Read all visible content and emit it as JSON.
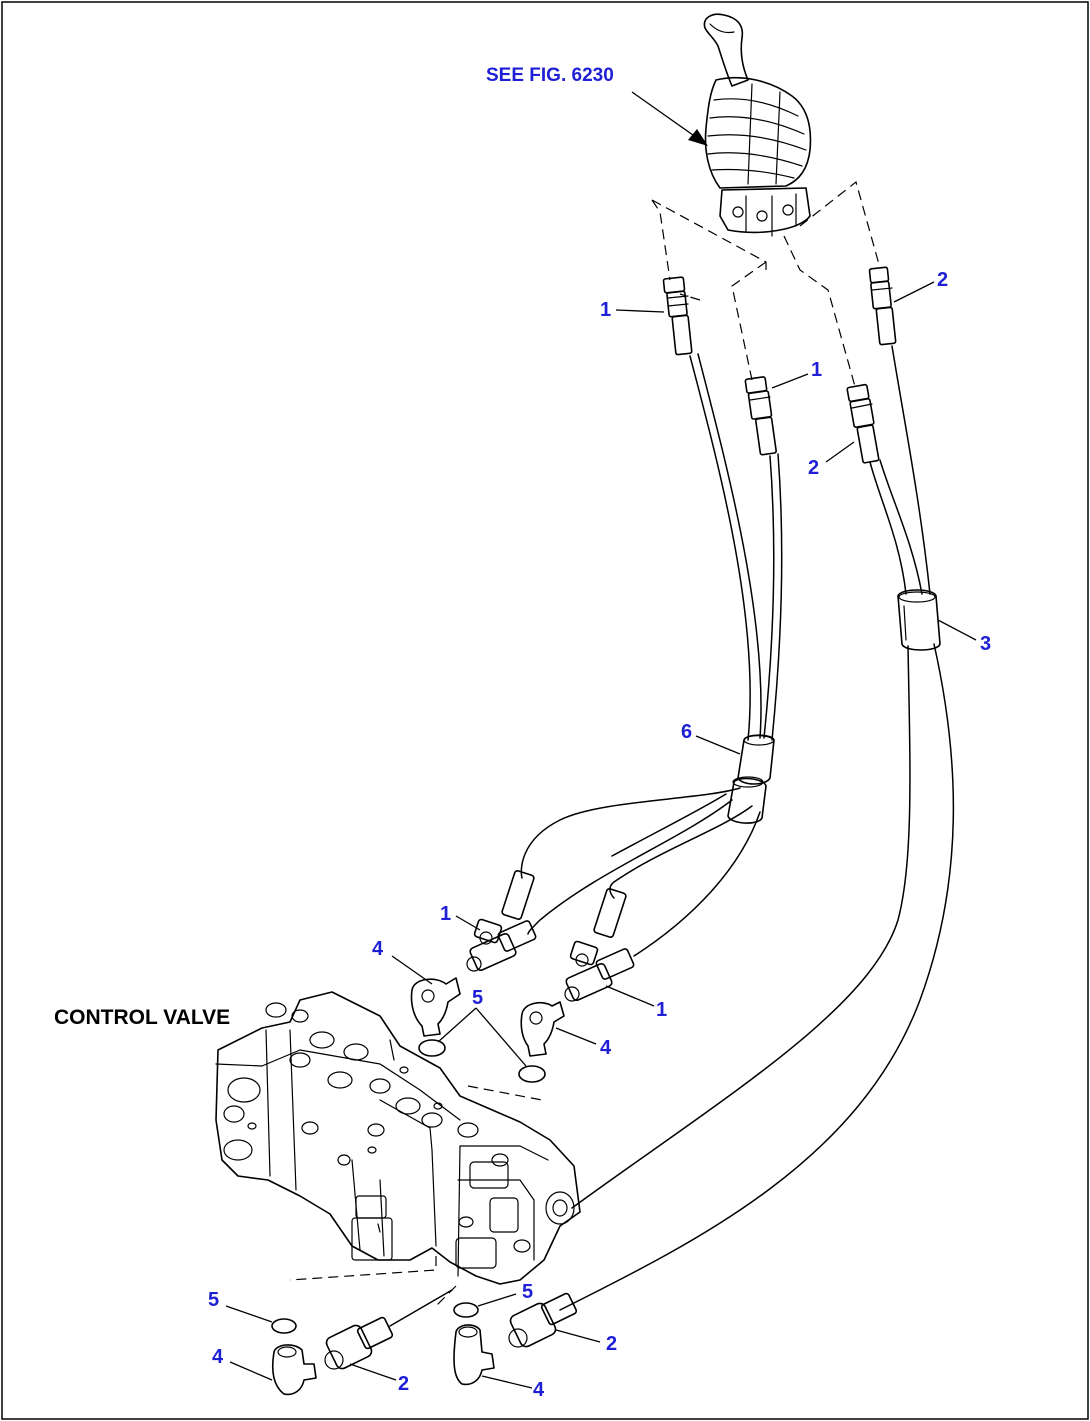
{
  "reference": {
    "text": "SEE FIG. 6230"
  },
  "control_valve": {
    "label": "CONTROL VALVE"
  },
  "colors": {
    "callout": "#1f1fd6",
    "line": "#000000",
    "background": "#ffffff"
  },
  "callouts": [
    {
      "id": "c1",
      "text": "1"
    },
    {
      "id": "c2",
      "text": "2"
    },
    {
      "id": "c3",
      "text": "1"
    },
    {
      "id": "c4",
      "text": "2"
    },
    {
      "id": "c5",
      "text": "3"
    },
    {
      "id": "c6",
      "text": "6"
    },
    {
      "id": "c7",
      "text": "1"
    },
    {
      "id": "c8",
      "text": "4"
    },
    {
      "id": "c9",
      "text": "5"
    },
    {
      "id": "c10",
      "text": "1"
    },
    {
      "id": "c11",
      "text": "4"
    },
    {
      "id": "c12",
      "text": "5"
    },
    {
      "id": "c13",
      "text": "5"
    },
    {
      "id": "c14",
      "text": "4"
    },
    {
      "id": "c15",
      "text": "2"
    },
    {
      "id": "c16",
      "text": "4"
    },
    {
      "id": "c17",
      "text": "2"
    }
  ]
}
